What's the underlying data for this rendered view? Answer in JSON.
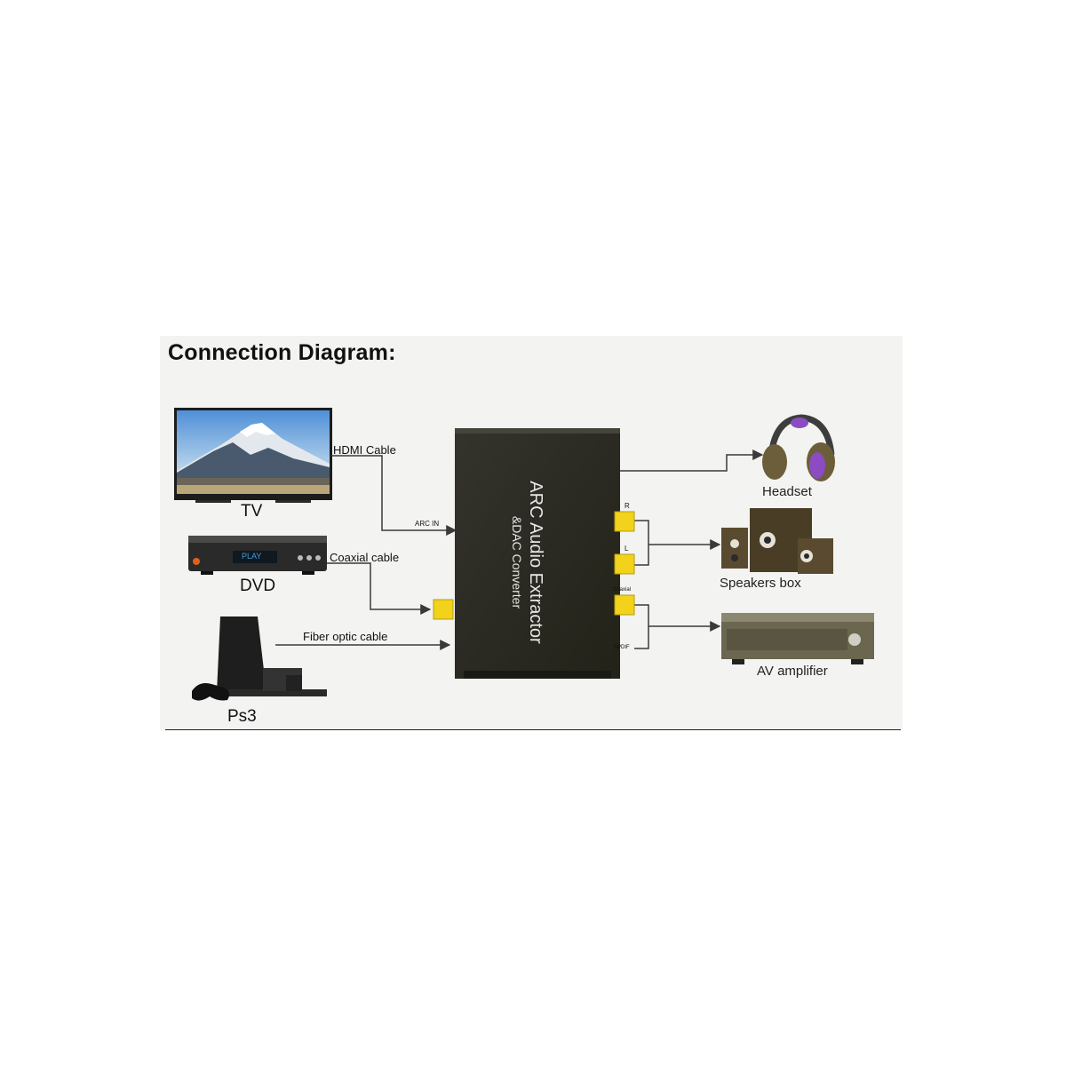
{
  "title": "Connection Diagram:",
  "sources": {
    "tv": "TV",
    "dvd": "DVD",
    "dvd_display": "PLAY",
    "ps3": "Ps3"
  },
  "cables": {
    "hdmi": "HDMI Cable",
    "coaxial": "Coaxial cable",
    "fiber": "Fiber optic cable"
  },
  "converter": {
    "name": "ARC Audio Extractor",
    "subtitle": "&DAC Converter",
    "arc_in": "ARC IN",
    "r": "R",
    "l": "L",
    "coaxial": "Coaxial",
    "spdif": "SPDIF"
  },
  "outputs": {
    "headset": "Headset",
    "speakers": "Speakers box",
    "amplifier": "AV amplifier"
  },
  "colors": {
    "converter_body": "#2b2a24",
    "connector": "#f2d21a",
    "line": "#3a3a3a"
  }
}
